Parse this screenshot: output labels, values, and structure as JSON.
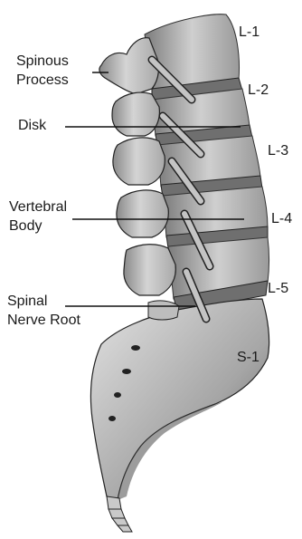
{
  "labels": {
    "spinous_process": [
      "Spinous",
      "Process"
    ],
    "disk": "Disk",
    "vertebral_body": [
      "Vertebral",
      "Body"
    ],
    "spinal_nerve_root": [
      "Spinal",
      "Nerve Root"
    ]
  },
  "levels": [
    "L-1",
    "L-2",
    "L-3",
    "L-4",
    "L-5",
    "S-1"
  ],
  "colors": {
    "bone_light": "#d6d6d6",
    "bone_mid": "#9c9c9c",
    "bone_dark": "#3a3a3a",
    "disk": "#7a7a7a",
    "nerve": "#bdbdbd",
    "outline": "#222222"
  }
}
